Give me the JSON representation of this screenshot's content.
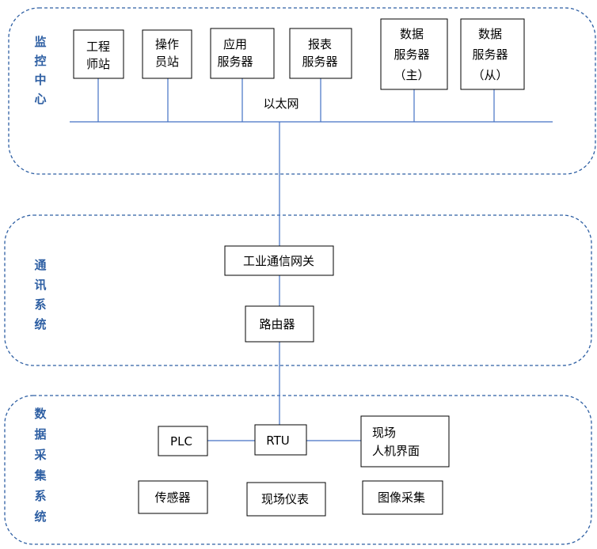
{
  "colors": {
    "accent": "#2E5FA3",
    "line": "#4472C4",
    "box_border": "#000000",
    "background": "#FFFFFF"
  },
  "sections": {
    "monitoring": {
      "label": "监控中心"
    },
    "communication": {
      "label": "通讯系统"
    },
    "acquisition": {
      "label": "数据采集系统"
    }
  },
  "nodes": {
    "engineer_station": {
      "lines": [
        "工程",
        "师站"
      ]
    },
    "operator_station": {
      "lines": [
        "操作",
        "员站"
      ]
    },
    "app_server": {
      "lines": [
        "应用",
        "服务器"
      ]
    },
    "report_server": {
      "lines": [
        "报表",
        "服务器"
      ]
    },
    "data_server_main": {
      "lines": [
        "数据",
        "服务器",
        "（主）"
      ]
    },
    "data_server_backup": {
      "lines": [
        "数据",
        "服务器",
        "（从）"
      ]
    },
    "gateway": {
      "lines": [
        "工业通信网关"
      ]
    },
    "router": {
      "lines": [
        "路由器"
      ]
    },
    "plc": {
      "lines": [
        "PLC"
      ]
    },
    "rtu": {
      "lines": [
        "RTU"
      ]
    },
    "hmi": {
      "lines": [
        "现场",
        "人机界面"
      ]
    },
    "sensor": {
      "lines": [
        "传感器"
      ]
    },
    "field_meter": {
      "lines": [
        "现场仪表"
      ]
    },
    "image_capture": {
      "lines": [
        "图像采集"
      ]
    }
  },
  "ethernet": {
    "label": "以太网"
  }
}
